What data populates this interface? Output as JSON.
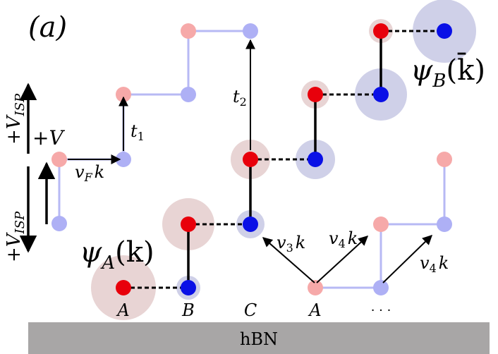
{
  "panel_label": "(a)",
  "substrate_label": "hBN",
  "colors": {
    "site_a": "#e8000b",
    "site_a_faded": "#f6a9a9",
    "site_b": "#0a10e6",
    "site_b_faded": "#aeb0f5",
    "halo_a": "#e8d4d4",
    "halo_b": "#cfd0e8",
    "lattice_faded": "#b7b9f4",
    "substrate": "#a8a6a6"
  },
  "labels": {
    "psi_a": {
      "main": "ψ",
      "sub": "A",
      "arg": "(k)"
    },
    "psi_b": {
      "main": "ψ",
      "sub": "B",
      "arg": "(k̄)"
    },
    "v_isp_top": {
      "main": "+V",
      "sub": "ISP"
    },
    "v_isp_bottom": {
      "main": "+V",
      "sub": "ISP"
    },
    "v_plus": "+V",
    "t1": {
      "main": "t",
      "sub": "1"
    },
    "t2": {
      "main": "t",
      "sub": "2"
    },
    "vf_k": {
      "main": "v",
      "sub": "F",
      "tail": "k"
    },
    "v3_k": {
      "main": "v",
      "sub": "3",
      "tail": "k"
    },
    "v4_k_upper": {
      "main": "v",
      "sub": "4",
      "tail": "k"
    },
    "v4_k_right": {
      "main": "v",
      "sub": "4",
      "tail": "k"
    }
  },
  "layer_labels": [
    "A",
    "B",
    "C",
    "A",
    "· · ·"
  ]
}
